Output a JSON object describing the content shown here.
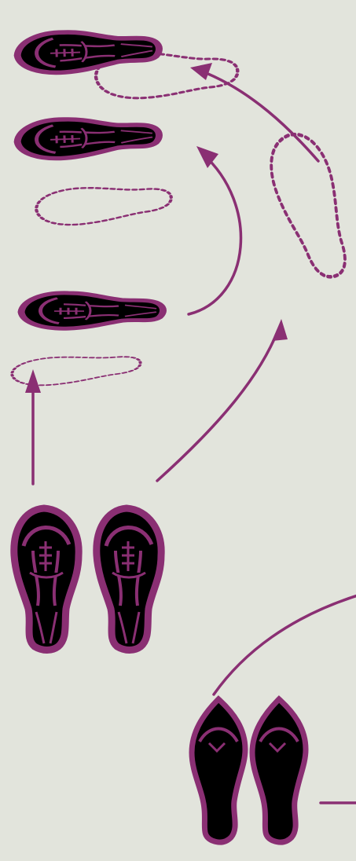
{
  "colors": {
    "background": "#e2e4dc",
    "footprint": "#8a2f73"
  },
  "diagram": {
    "kind": "dance-step-footprint-diagram",
    "men_shoes": [
      "start-left",
      "start-right",
      "step-1",
      "step-2",
      "step-3"
    ],
    "ghost_steps": [
      "ghost-1",
      "ghost-2",
      "ghost-3",
      "ghost-4"
    ],
    "lady_shoes": [
      "lady-left",
      "lady-right"
    ],
    "arrows": [
      "arrow-start-to-step1",
      "arrow-step1-to-step2",
      "arrow-step2-to-step3",
      "arrow-start-to-ghost",
      "arrow-lady-curve",
      "arrow-lady-right"
    ]
  }
}
